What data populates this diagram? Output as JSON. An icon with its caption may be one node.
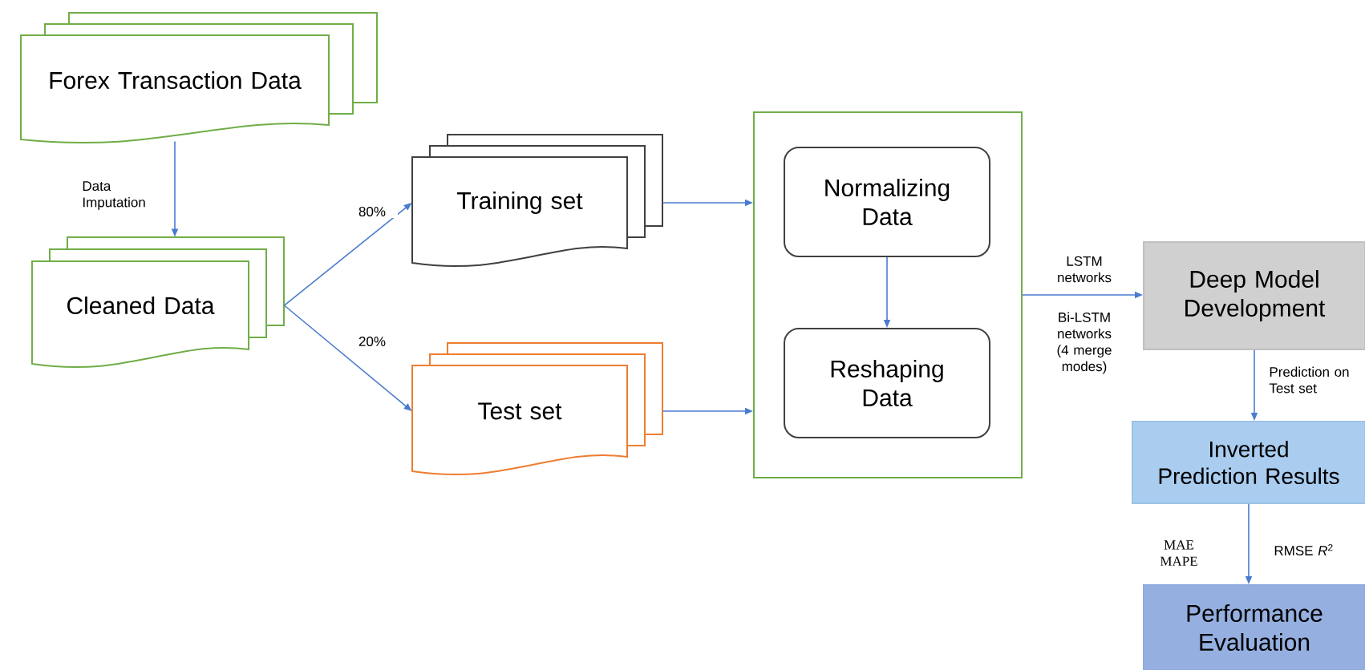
{
  "diagram": {
    "nodes": [
      {
        "text": [
          "Forex Transaction Data"
        ]
      },
      {
        "text": [
          "Cleaned Data"
        ]
      },
      {
        "text": [
          "Training set"
        ]
      },
      {
        "text": [
          "Test set"
        ]
      },
      {
        "text": [],
        "shape": "box"
      },
      {
        "text": [
          "Normalizing Data"
        ],
        "in": 4
      },
      {
        "text": [
          "Reshaping Data"
        ],
        "in": 4
      },
      {
        "text": [
          "Deep Model Development"
        ]
      },
      {
        "text": [
          "Inverted Prediction Results"
        ]
      },
      {
        "text": [
          "Performance Evaluation"
        ]
      }
    ],
    "edges": [
      {
        "from": 0,
        "to": 1,
        "arrow": "to",
        "label": "Data Imputation"
      },
      {
        "from": 1,
        "to": 2,
        "arrow": "to",
        "label": "80%"
      },
      {
        "from": 1,
        "to": 3,
        "arrow": "to",
        "label": "20%"
      },
      {
        "from": 2,
        "to": 4,
        "arrow": "to"
      },
      {
        "from": 3,
        "to": 4,
        "arrow": "to"
      },
      {
        "from": 5,
        "to": 6,
        "arrow": "to"
      },
      {
        "from": 4,
        "to": 7,
        "arrow": "to",
        "label": "LSTM networks"
      },
      {
        "from": 7,
        "to": 8,
        "arrow": "to",
        "label": "Prediction on Test set"
      },
      {
        "from": 8,
        "to": 9,
        "arrow": "to",
        "label": "MAE MAPE"
      }
    ],
    "labels": [
      "Bi-LSTM networks (4 merge modes)",
      "RMSE *R*$^{2}$"
    ]
  }
}
